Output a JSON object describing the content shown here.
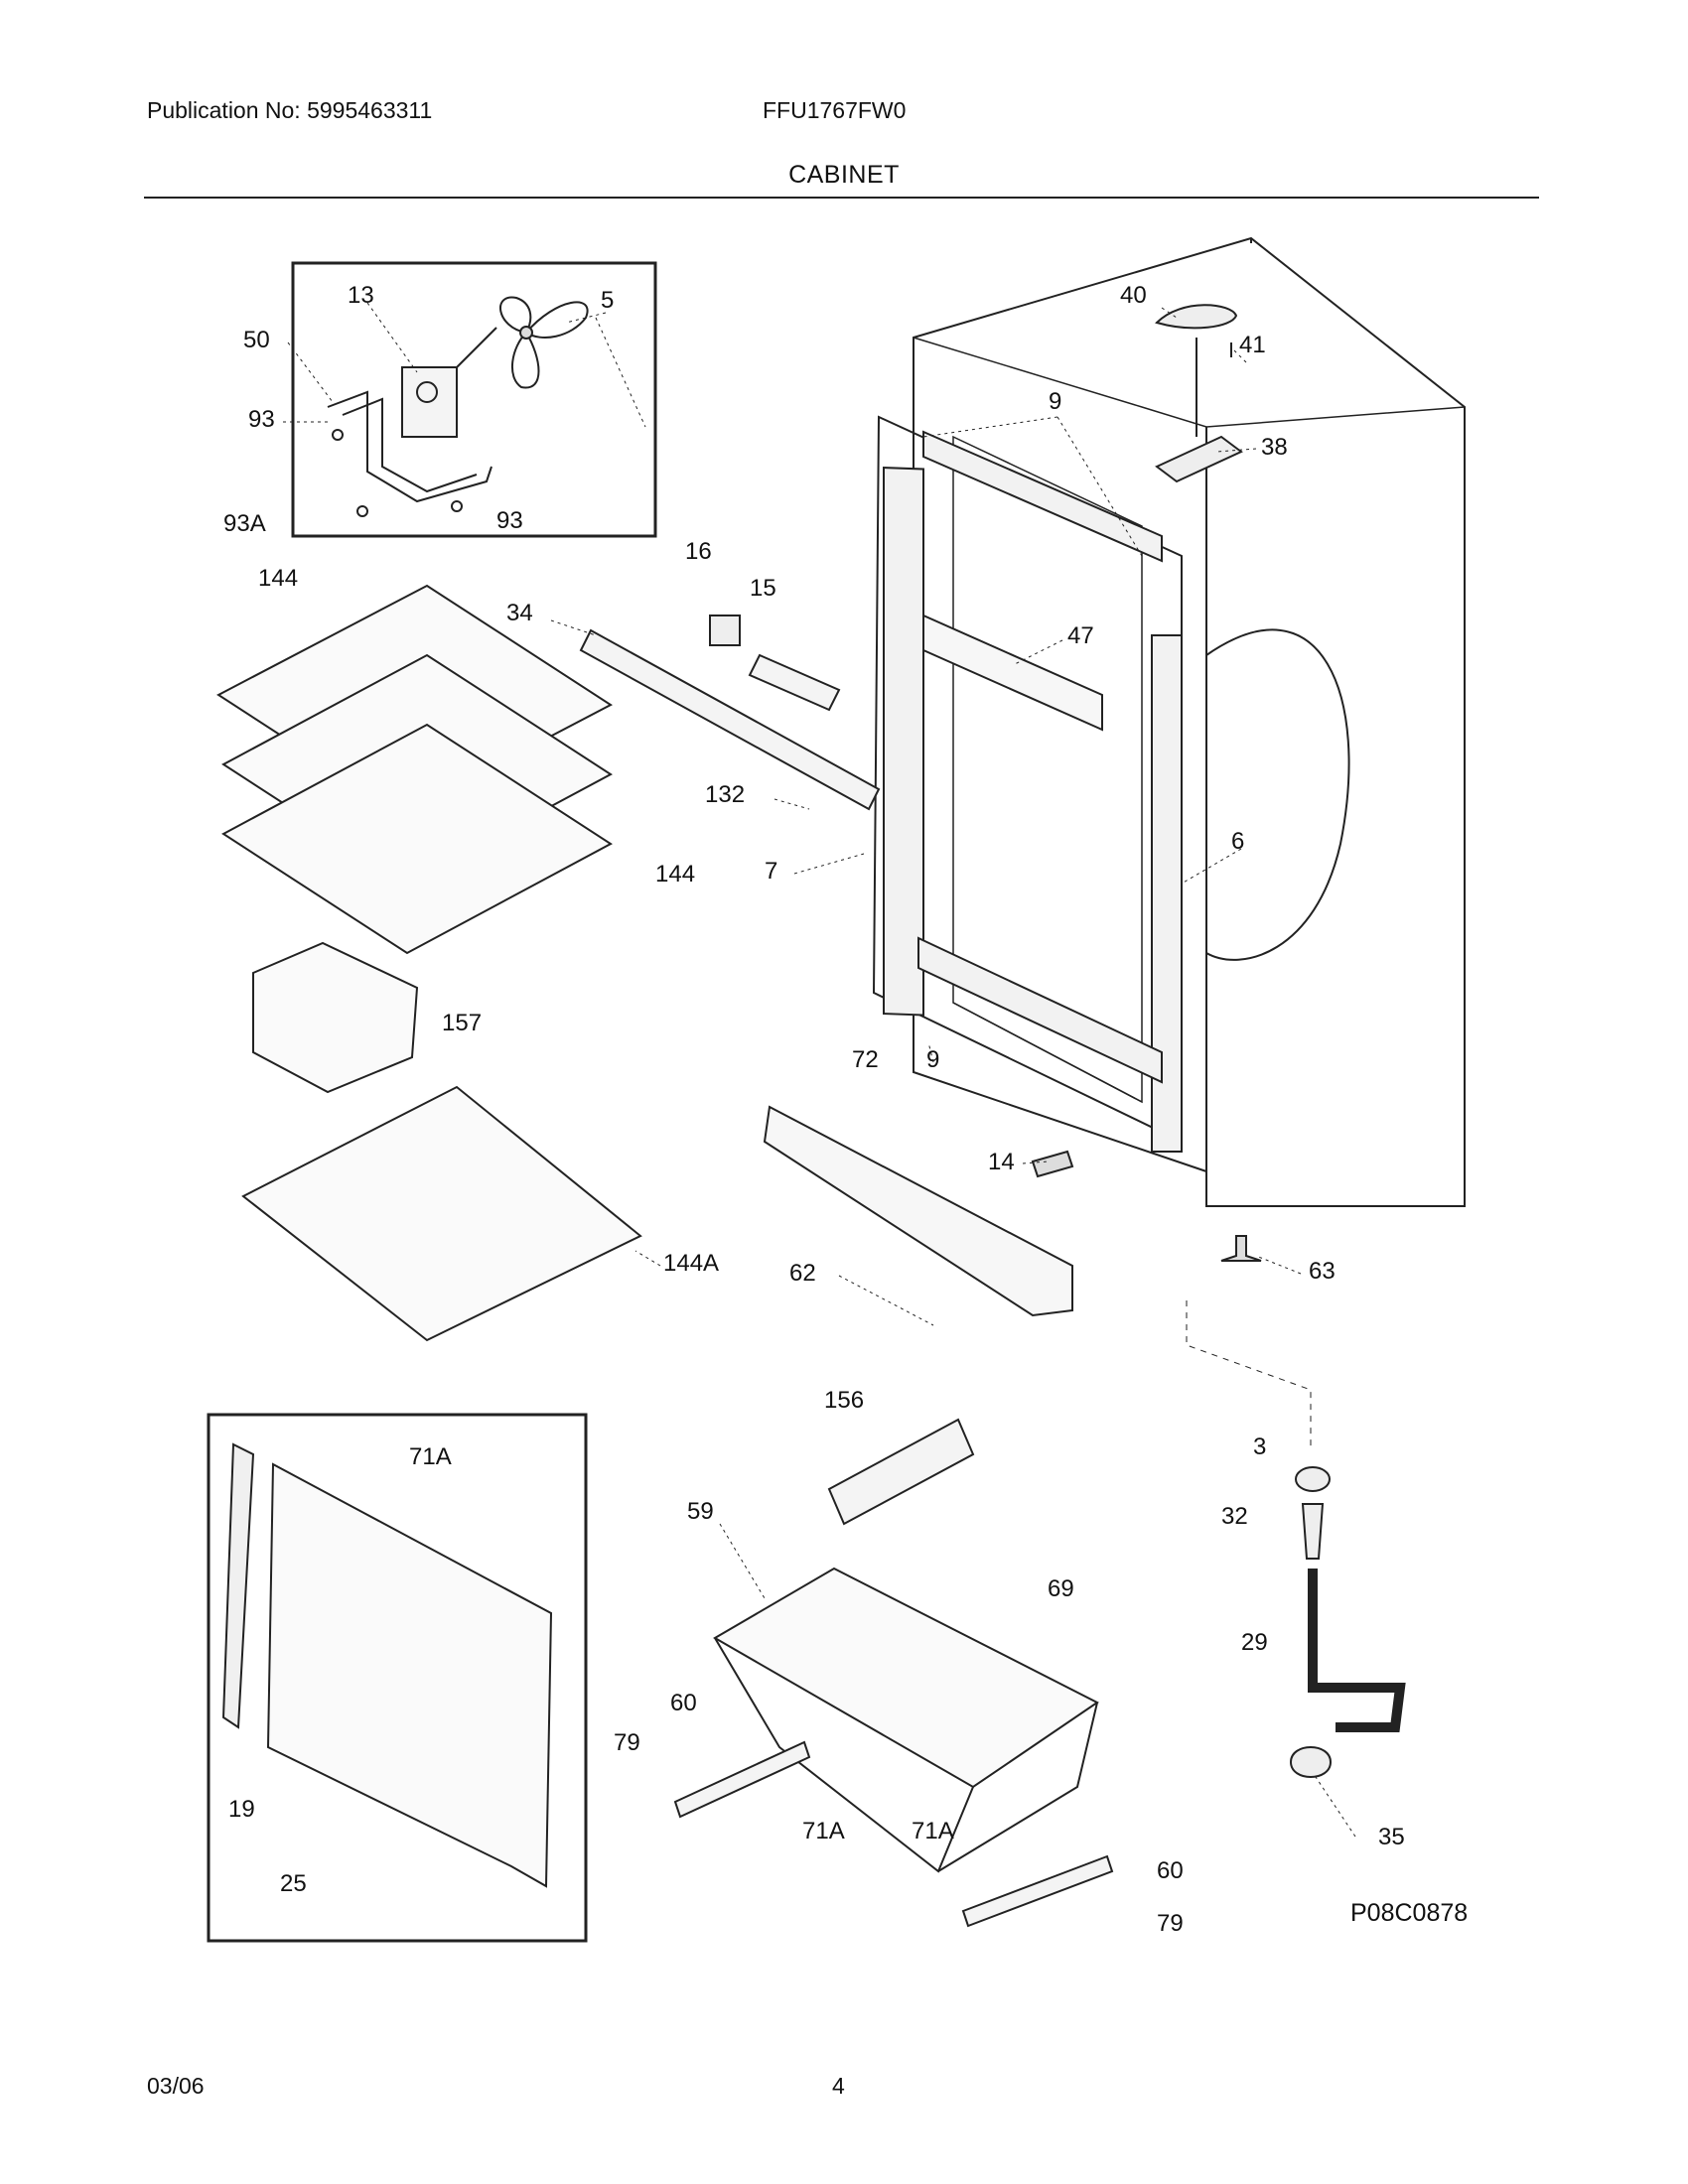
{
  "header": {
    "publication": "Publication No: 5995463311",
    "model": "FFU1767FW0",
    "section_title": "CABINET"
  },
  "figure_id": "P08C0878",
  "footer": {
    "date": "03/06",
    "page_number": "4"
  },
  "callouts": [
    "13",
    "5",
    "50",
    "93",
    "93A",
    "93",
    "40",
    "41",
    "9",
    "38",
    "144",
    "16",
    "15",
    "34",
    "47",
    "132",
    "144",
    "7",
    "6",
    "157",
    "72",
    "9",
    "14",
    "63",
    "144A",
    "62",
    "156",
    "71A",
    "59",
    "69",
    "3",
    "32",
    "29",
    "60",
    "79",
    "19",
    "71A",
    "71A",
    "60",
    "79",
    "35",
    "25"
  ]
}
